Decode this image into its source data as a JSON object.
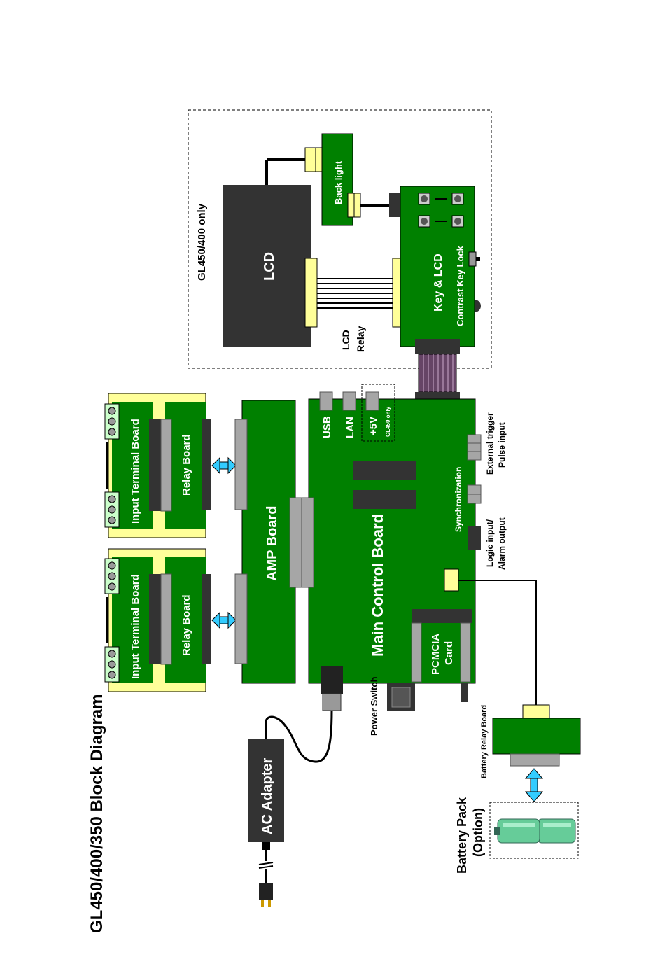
{
  "title": "GL450/400/350 Block Diagram",
  "colors": {
    "board_green": "#008000",
    "yellow": "#ffff99",
    "dark": "#333333",
    "connector_gray": "#a6a6a6",
    "arrow_cyan": "#33ccff",
    "battery_green": "#66cc99"
  },
  "labels": {
    "gl_only": "GL450/400 only",
    "lcd": "LCD",
    "backlight": "Back light",
    "key_lcd": "Key & LCD",
    "contrast_keylock": "Contrast  Key Lock",
    "lcd_relay_1": "LCD",
    "lcd_relay_2": "Relay",
    "input_terminal_board": "Input Terminal Board",
    "relay_board": "Relay Board",
    "amp_board": "AMP Board",
    "main_control_board": "Main Control Board",
    "usb": "USB",
    "lan": "LAN",
    "plus5v": "+5V",
    "gl450_only_small": "GL450 only",
    "synchronization": "Synchronization",
    "ext_trigger_1": "External trigger",
    "ext_trigger_2": "Pulse input",
    "logic_1": "Logic input/",
    "logic_2": "Alarm output",
    "pcmcia_1": "PCMCIA",
    "pcmcia_2": "Card",
    "power_switch": "Power Switch",
    "battery_relay_board": "Battery Relay Board",
    "battery_pack_1": "Battery Pack",
    "battery_pack_2": "(Option)",
    "ac_adapter": "AC Adapter"
  }
}
